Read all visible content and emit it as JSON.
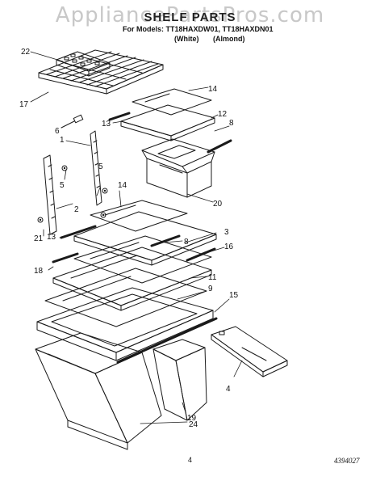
{
  "watermark": "AppliancePartsPros.com",
  "header": {
    "title": "SHELF PARTS",
    "models_line": "For Models: TT18HAXDW01, TT18HAXDN01",
    "variant_white": "(White)",
    "variant_almond": "(Almond)"
  },
  "callouts": [
    "22",
    "17",
    "6",
    "13",
    "14",
    "12",
    "8",
    "1",
    "5",
    "20",
    "5",
    "14",
    "3",
    "2",
    "8",
    "16",
    "21",
    "13",
    "18",
    "11",
    "9",
    "15",
    "4",
    "19",
    "24"
  ],
  "footer": {
    "page_number": "4",
    "document_number": "4394027"
  }
}
